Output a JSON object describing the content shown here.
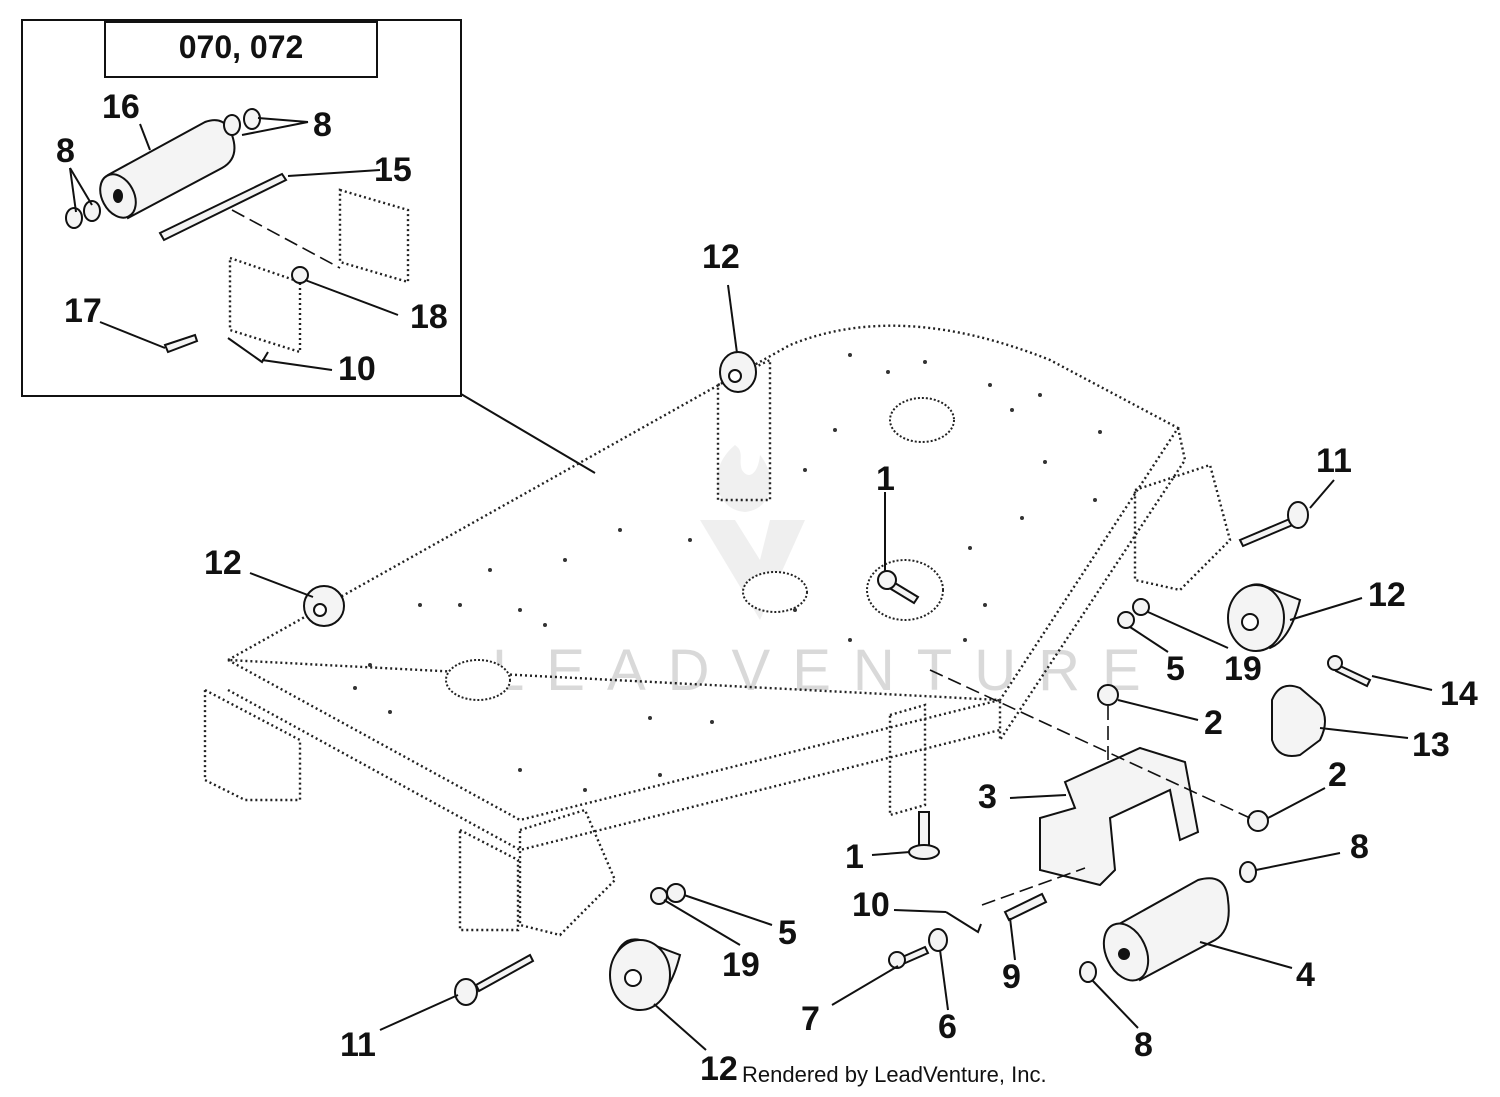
{
  "inset": {
    "title": "070, 072"
  },
  "watermark": {
    "text": "LEADVENTURE"
  },
  "footer": {
    "text": "Rendered by LeadVenture, Inc."
  },
  "callouts": {
    "c16": "16",
    "c8a": "8",
    "c8b": "8",
    "c15": "15",
    "c17": "17",
    "c18": "18",
    "c10a": "10",
    "c12a": "12",
    "c12b": "12",
    "c12c": "12",
    "c12d": "12",
    "c1a": "1",
    "c1b": "1",
    "c11a": "11",
    "c11b": "11",
    "c5a": "5",
    "c5b": "5",
    "c19a": "19",
    "c19b": "19",
    "c2a": "2",
    "c2b": "2",
    "c14": "14",
    "c13": "13",
    "c3": "3",
    "c8c": "8",
    "c8d": "8",
    "c4": "4",
    "c10b": "10",
    "c9": "9",
    "c7": "7",
    "c6": "6"
  }
}
